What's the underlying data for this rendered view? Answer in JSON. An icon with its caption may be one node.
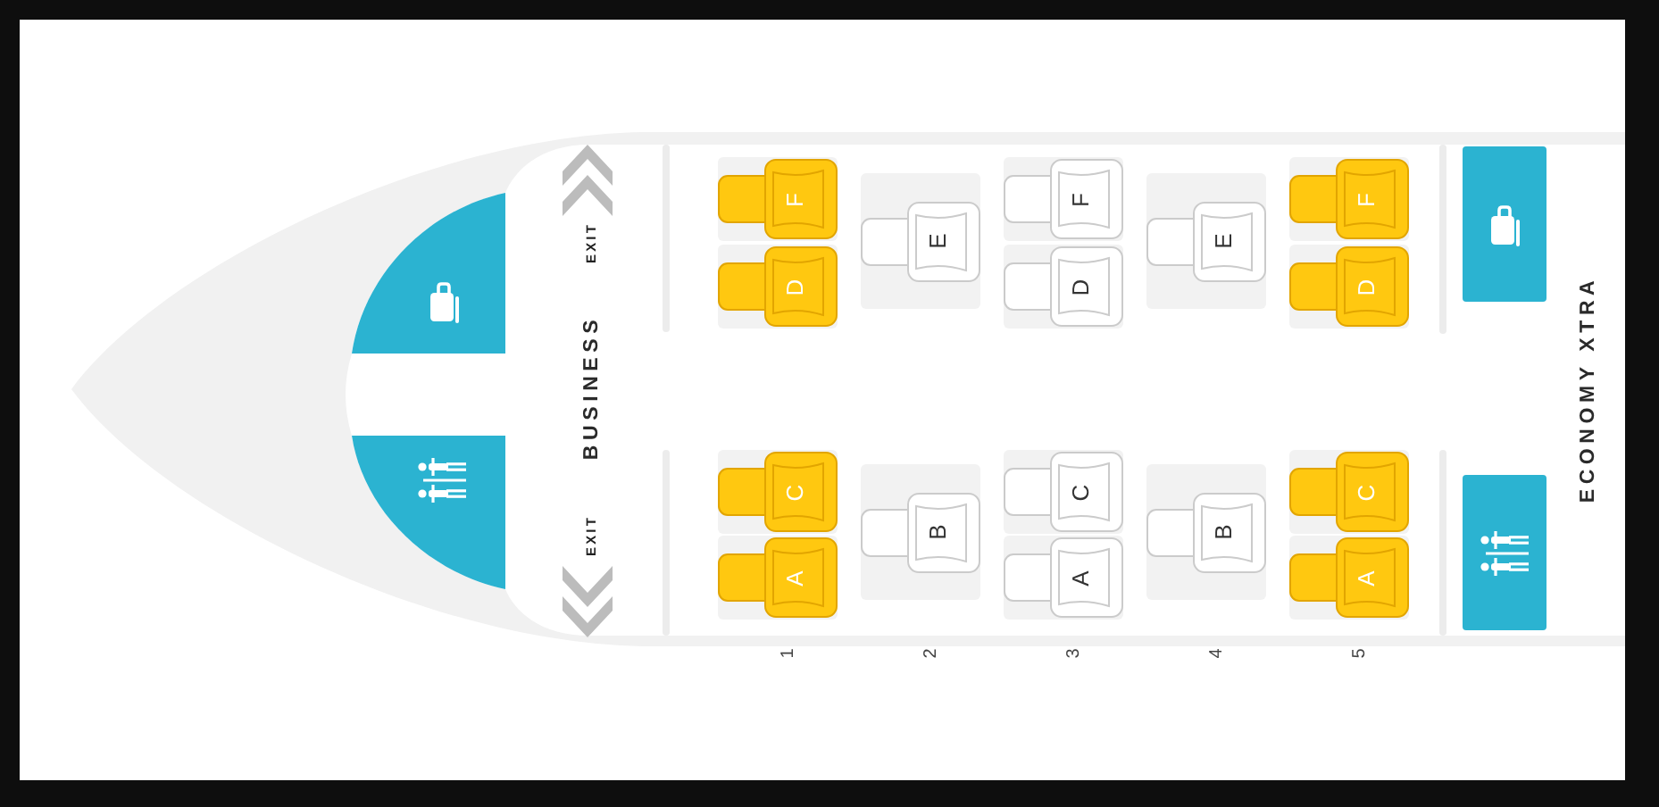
{
  "diagram": {
    "nodes": [
      {
        "text": [
          "F"
        ]
      },
      {
        "text": [
          "D"
        ]
      },
      {
        "text": [
          "C"
        ]
      },
      {
        "text": [
          "A"
        ]
      },
      {
        "text": [
          "E"
        ]
      },
      {
        "text": [
          "B"
        ]
      },
      {
        "text": [
          "F"
        ]
      },
      {
        "text": [
          "D"
        ]
      },
      {
        "text": [
          "C"
        ]
      },
      {
        "text": [
          "A"
        ]
      },
      {
        "text": [
          "E"
        ]
      },
      {
        "text": [
          "B"
        ]
      },
      {
        "text": [
          "F"
        ]
      },
      {
        "text": [
          "D"
        ]
      },
      {
        "text": [
          "C"
        ]
      },
      {
        "text": [
          "A"
        ]
      }
    ],
    "labels": [
      "EXIT",
      "BUSINESS",
      "EXIT",
      "1",
      "2",
      "3",
      "4",
      "5",
      "ECONOMY XTRA"
    ]
  }
}
